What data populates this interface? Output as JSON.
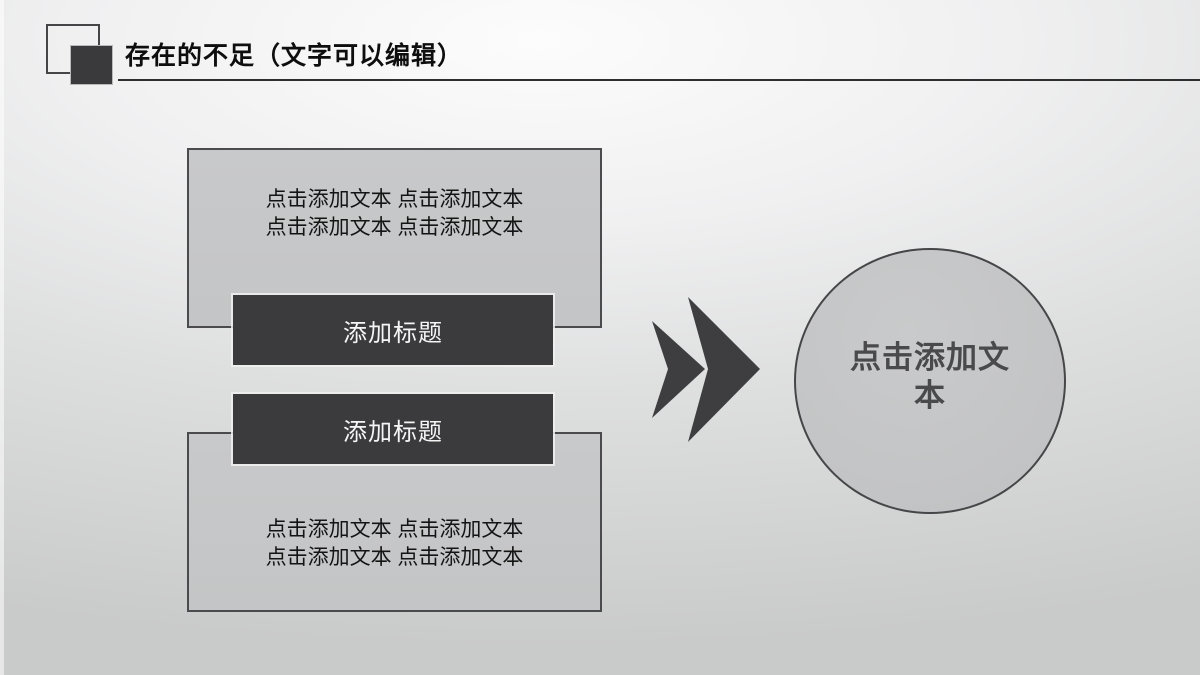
{
  "slide": {
    "title": "存在的不足（文字可以编辑）",
    "text_boxes": [
      {
        "lines": [
          "点击添加文本 点击添加文本",
          "点击添加文本 点击添加文本"
        ]
      },
      {
        "lines": [
          "点击添加文本 点击添加文本",
          "点击添加文本 点击添加文本"
        ]
      }
    ],
    "banners": [
      {
        "label": "添加标题"
      },
      {
        "label": "添加标题"
      }
    ],
    "circle": {
      "lines": [
        "点击添加文",
        "本"
      ]
    },
    "icons": {
      "arrow": "double-chevron-right-icon"
    },
    "colors": {
      "dark_shape": "#3b3b3d",
      "box_fill": "#c6c7c8",
      "box_border": "#4b4b4d",
      "circle_fill": "#c5c6c7",
      "title_text": "#0e0e0e",
      "body_text": "#141414",
      "banner_text": "#f5f5f5",
      "circle_text": "#4a4a4c",
      "chevron": "#3e3e40"
    }
  }
}
